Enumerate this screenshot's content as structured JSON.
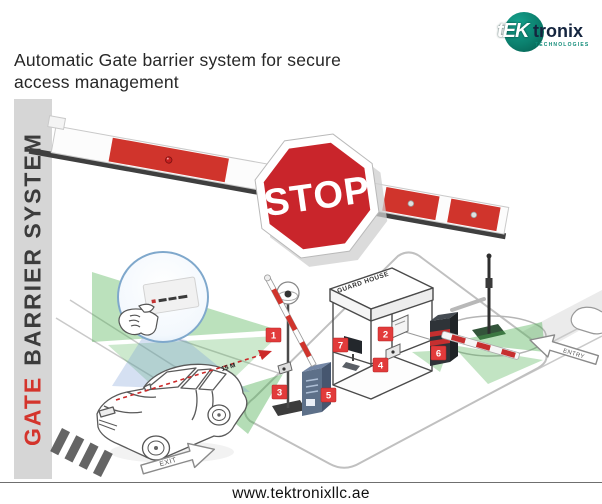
{
  "header": {
    "title": "Automatic Gate barrier system for secure access management"
  },
  "logo": {
    "mark": "tEK",
    "name": "tronix",
    "tagline": "TECHNOLOGIES"
  },
  "banner": {
    "word1": "GATE",
    "word2": "BARRIER SYSTEM"
  },
  "illustration": {
    "stop_sign": "STOP",
    "guard_house_label": "GUARD HOUSE",
    "distance_label": "15 M",
    "exit_arrow_label": "EXIT",
    "entry_arrow_label": "ENTRY",
    "markers": [
      "1",
      "2",
      "3",
      "4",
      "5",
      "6",
      "7"
    ]
  },
  "footer": {
    "url": "www.tektronixllc.ae"
  },
  "colors": {
    "accent_red": "#d0342c",
    "stop_red": "#c9252b",
    "logo_teal": "#0e8a77",
    "beam_green": "#4caf50",
    "beam_blue": "#7da0d7",
    "banner_gray": "#d6d6d6"
  }
}
